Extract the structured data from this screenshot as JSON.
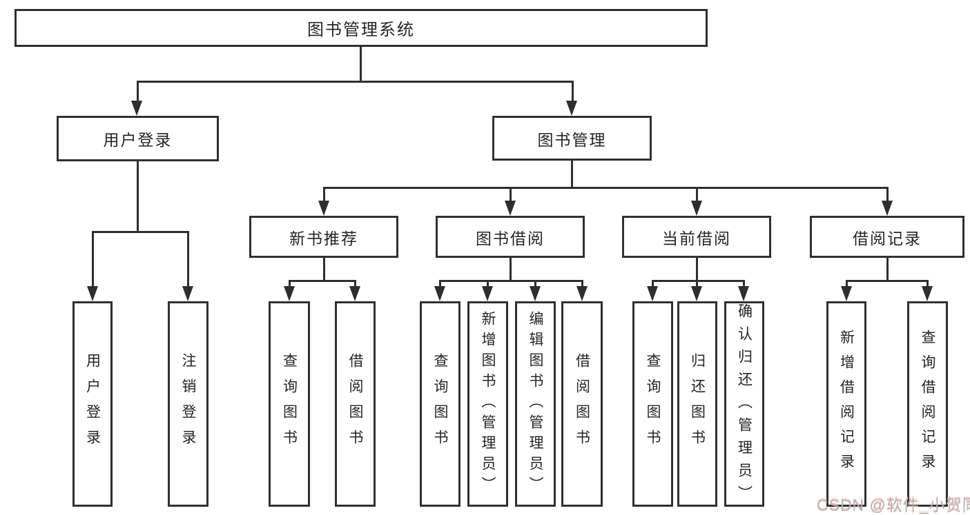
{
  "nodes": {
    "root": "图书管理系统",
    "user_login": "用户登录",
    "book_mgmt": "图书管理",
    "new_books": "新书推荐",
    "book_borrow": "图书借阅",
    "current_borrow": "当前借阅",
    "borrow_records": "借阅记录"
  },
  "leaves": {
    "user_login": "用户登录",
    "logout": "注销登录",
    "nb_query": "查询图书",
    "nb_borrow": "借阅图书",
    "bb_query": "查询图书",
    "bb_add": "新增图书（管理员）",
    "bb_edit": "编辑图书（管理员）",
    "bb_borrow": "借阅图书",
    "cb_query": "查询图书",
    "cb_return": "归还图书",
    "cb_confirm": "确认归还（管理员）",
    "br_add": "新增借阅记录",
    "br_query": "查询借阅记录"
  },
  "watermark": {
    "text": "CSDN @软件_小贺同学"
  },
  "colors": {
    "line": "#2e2e2e",
    "border": "#303030",
    "text": "#252525",
    "watermark_gray": "#b4b4b4",
    "watermark_red": "#fa7878"
  }
}
